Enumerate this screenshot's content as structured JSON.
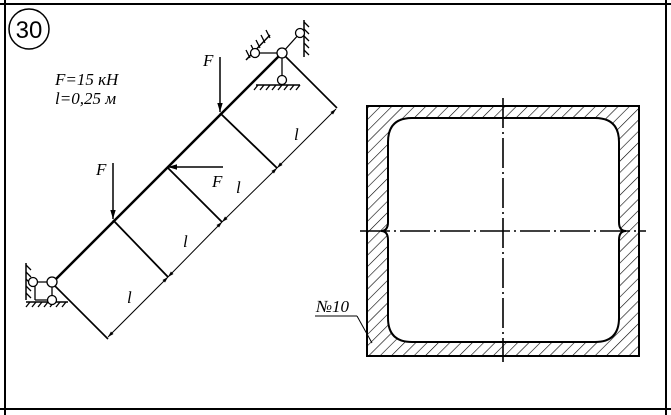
{
  "problem_number": "30",
  "given": {
    "force": "F=15 кН",
    "length": "l=0,25 м"
  },
  "force_label": "F",
  "length_label": "l",
  "section_label": "№10",
  "colors": {
    "ink": "#000000",
    "background": "#ffffff"
  }
}
